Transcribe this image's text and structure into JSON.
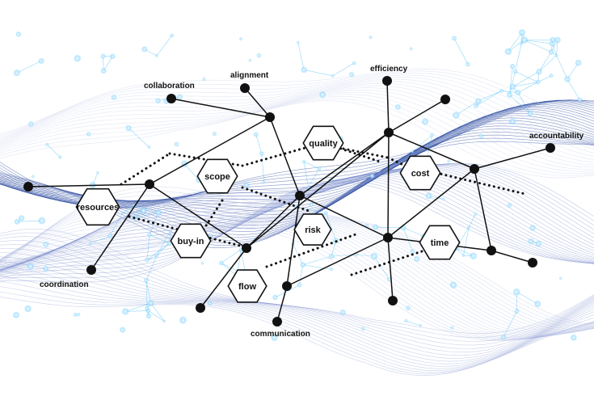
{
  "diagram": {
    "colors": {
      "background": "#ffffff",
      "wave_dark": "#1f3f9a",
      "wave_mid": "#6a7fc6",
      "wave_light": "#b9c3e6",
      "network_glow": "#39b6f0",
      "node": "#111111",
      "hex_fill": "#ffffff",
      "hex_stroke": "#111111"
    },
    "hexagons": [
      {
        "id": "quality",
        "label": "quality"
      },
      {
        "id": "scope",
        "label": "scope"
      },
      {
        "id": "cost",
        "label": "cost"
      },
      {
        "id": "resources",
        "label": "resources"
      },
      {
        "id": "buy-in",
        "label": "buy-in"
      },
      {
        "id": "risk",
        "label": "risk"
      },
      {
        "id": "time",
        "label": "time"
      },
      {
        "id": "flow",
        "label": "flow"
      }
    ],
    "terminals": [
      {
        "id": "collaboration",
        "label": "collaboration"
      },
      {
        "id": "alignment",
        "label": "alignment"
      },
      {
        "id": "efficiency",
        "label": "efficiency"
      },
      {
        "id": "accountability",
        "label": "accountability"
      },
      {
        "id": "coordination",
        "label": "coordination"
      },
      {
        "id": "communication",
        "label": "communication"
      }
    ]
  }
}
